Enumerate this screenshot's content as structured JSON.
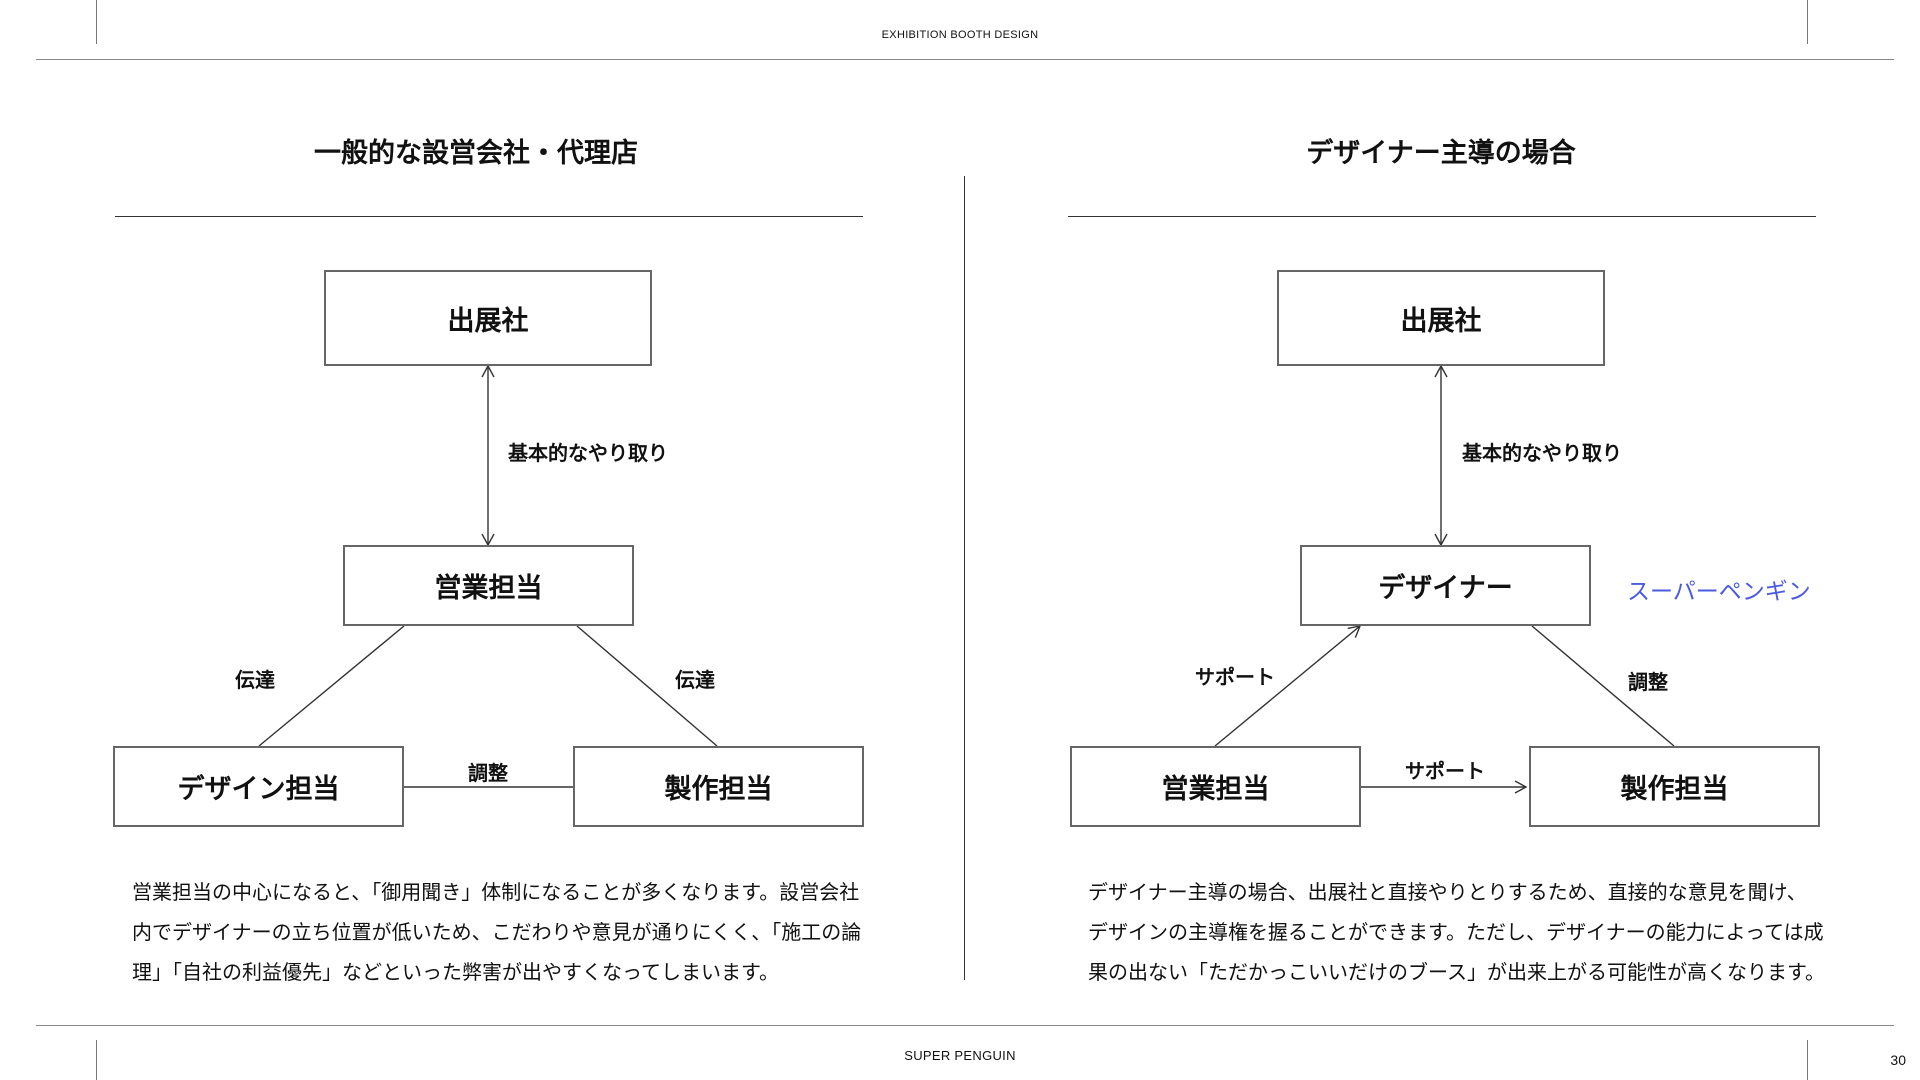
{
  "header": {
    "title": "EXHIBITION BOOTH DESIGN"
  },
  "footer": {
    "brand": "SUPER PENGUIN",
    "page_number": "30"
  },
  "left": {
    "title": "一般的な設営会社・代理店",
    "nodes": {
      "exhibitor": "出展社",
      "sales": "営業担当",
      "design": "デザイン担当",
      "production": "製作担当"
    },
    "edges": {
      "exhibitor_sales": "基本的なやり取り",
      "sales_design": "伝達",
      "sales_production": "伝達",
      "design_production": "調整"
    },
    "description": [
      "営業担当の中心になると、「御用聞き」体制になることが多くなります。設営会社",
      "内でデザイナーの立ち位置が低いため、こだわりや意見が通りにくく、「施工の論",
      "理」「自社の利益優先」などといった弊害が出やすくなってしまいます。"
    ]
  },
  "right": {
    "title": "デザイナー主導の場合",
    "nodes": {
      "exhibitor": "出展社",
      "designer": "デザイナー",
      "sales": "営業担当",
      "production": "製作担当"
    },
    "brand_note": "スーパーペンギン",
    "brand_color": "#4a5be0",
    "edges": {
      "exhibitor_designer": "基本的なやり取り",
      "sales_designer": "サポート",
      "designer_production": "調整",
      "sales_production": "サポート"
    },
    "description": [
      "デザイナー主導の場合、出展社と直接やりとりするため、直接的な意見を聞け、",
      "デザインの主導権を握ることができます。ただし、デザイナーの能力によっては成",
      "果の出ない「ただかっこいいだけのブース」が出来上がる可能性が高くなります。"
    ]
  }
}
